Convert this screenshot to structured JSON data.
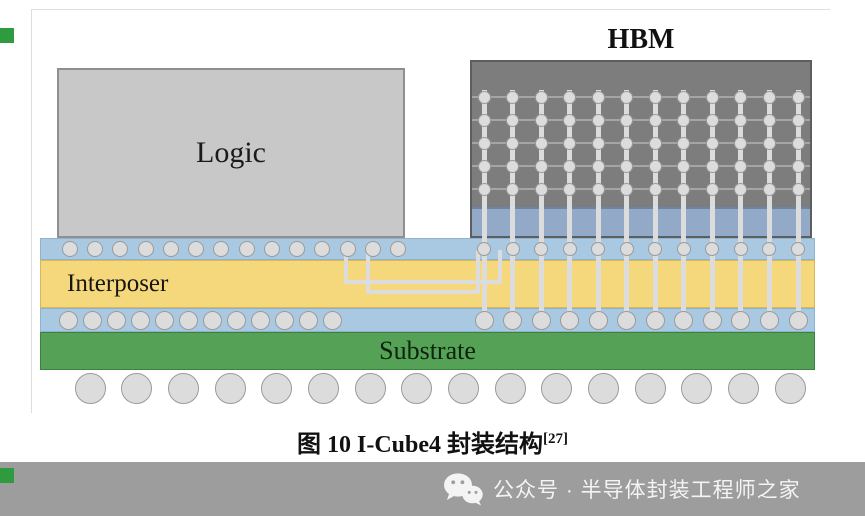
{
  "diagram": {
    "labels": {
      "logic": "Logic",
      "hbm": "HBM",
      "interposer": "Interposer",
      "substrate": "Substrate"
    },
    "structure": {
      "hbm_tsv_columns": 12,
      "hbm_die_rows": 5,
      "logic_top_bumps": 14,
      "logic_bottom_bumps": 12,
      "bga_balls": 16
    }
  },
  "caption": {
    "text": "图 10  I-Cube4 封装结构",
    "reference_superscript": "[27]"
  },
  "footer": {
    "watermark_text": "公众号 · 半导体封装工程师之家",
    "icon": "wechat-icon"
  },
  "colors": {
    "logic_fill": "#c8c8c8",
    "logic_border": "#8f8f8f",
    "hbm_die": "#7d7d7d",
    "hbm_sep": "#a5a5a5",
    "hbm_border": "#5e5e5e",
    "hbm_base": "#93a9c8",
    "hbm_base_border": "#6d84a6",
    "bump_strip": "#a9c9e2",
    "strip_border": "#8fb3cf",
    "interposer": "#f6d87c",
    "interposer_border": "#d9b85a",
    "substrate": "#55a257",
    "substrate_border": "#3f7f42",
    "bump_fill": "#dcdcdc",
    "bump_border": "#9a9a9a",
    "trace": "#dcdcdc",
    "footer_bg": "#9d9d9d",
    "green_marker": "#2e9b3e"
  }
}
